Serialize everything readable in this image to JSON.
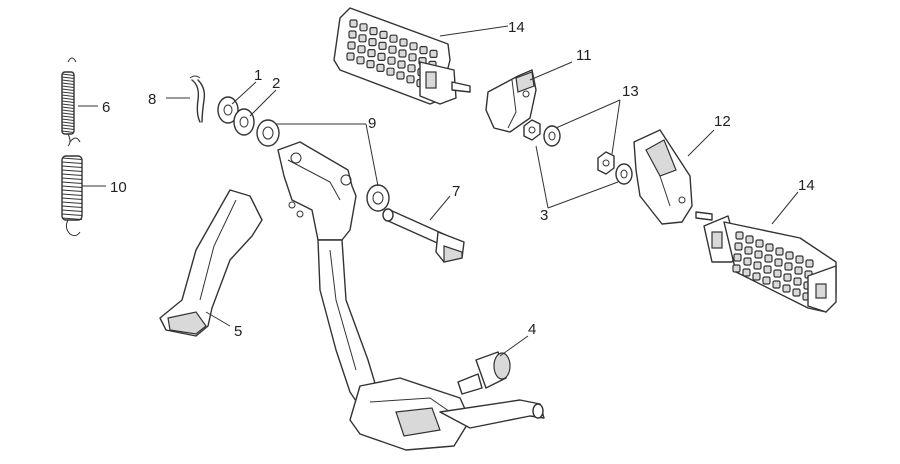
{
  "callouts": [
    {
      "id": "1",
      "text": "1"
    },
    {
      "id": "2",
      "text": "2"
    },
    {
      "id": "3",
      "text": "3"
    },
    {
      "id": "4",
      "text": "4"
    },
    {
      "id": "5",
      "text": "5"
    },
    {
      "id": "6",
      "text": "6"
    },
    {
      "id": "7",
      "text": "7"
    },
    {
      "id": "8",
      "text": "8"
    },
    {
      "id": "9",
      "text": "9"
    },
    {
      "id": "10",
      "text": "10"
    },
    {
      "id": "11",
      "text": "11"
    },
    {
      "id": "12",
      "text": "12"
    },
    {
      "id": "13",
      "text": "13"
    },
    {
      "id": "14a",
      "text": "14"
    },
    {
      "id": "14b",
      "text": "14"
    }
  ]
}
